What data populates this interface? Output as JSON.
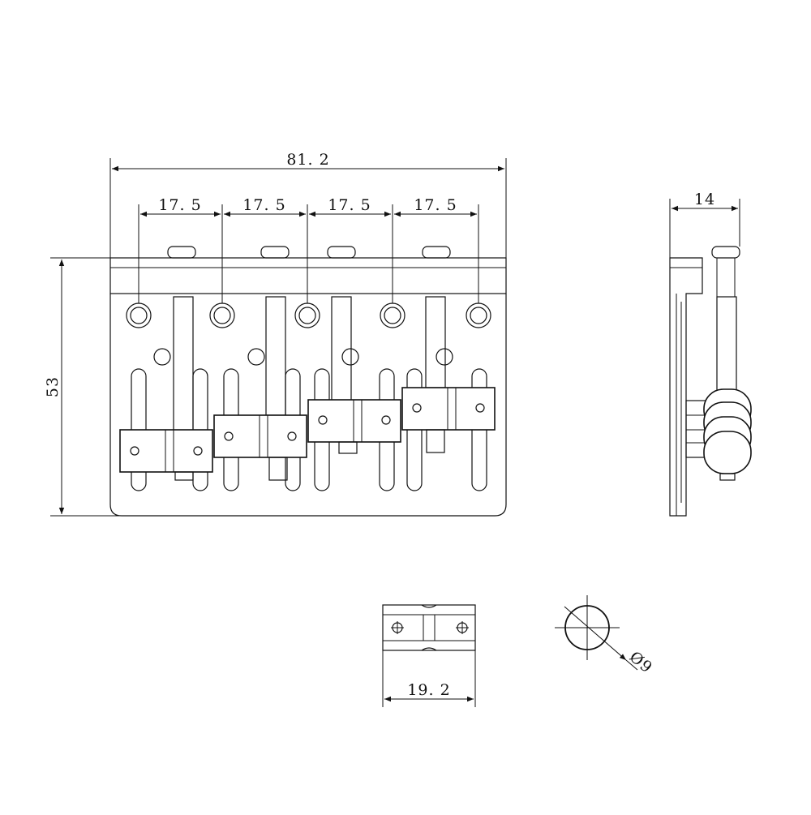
{
  "dimensions": {
    "overall_width": "81. 2",
    "spacings": [
      "17. 5",
      "17. 5",
      "17. 5",
      "17. 5"
    ],
    "height": "53",
    "side_depth": "14",
    "saddle_length": "19. 2",
    "hole_diameter": "Ø9"
  }
}
